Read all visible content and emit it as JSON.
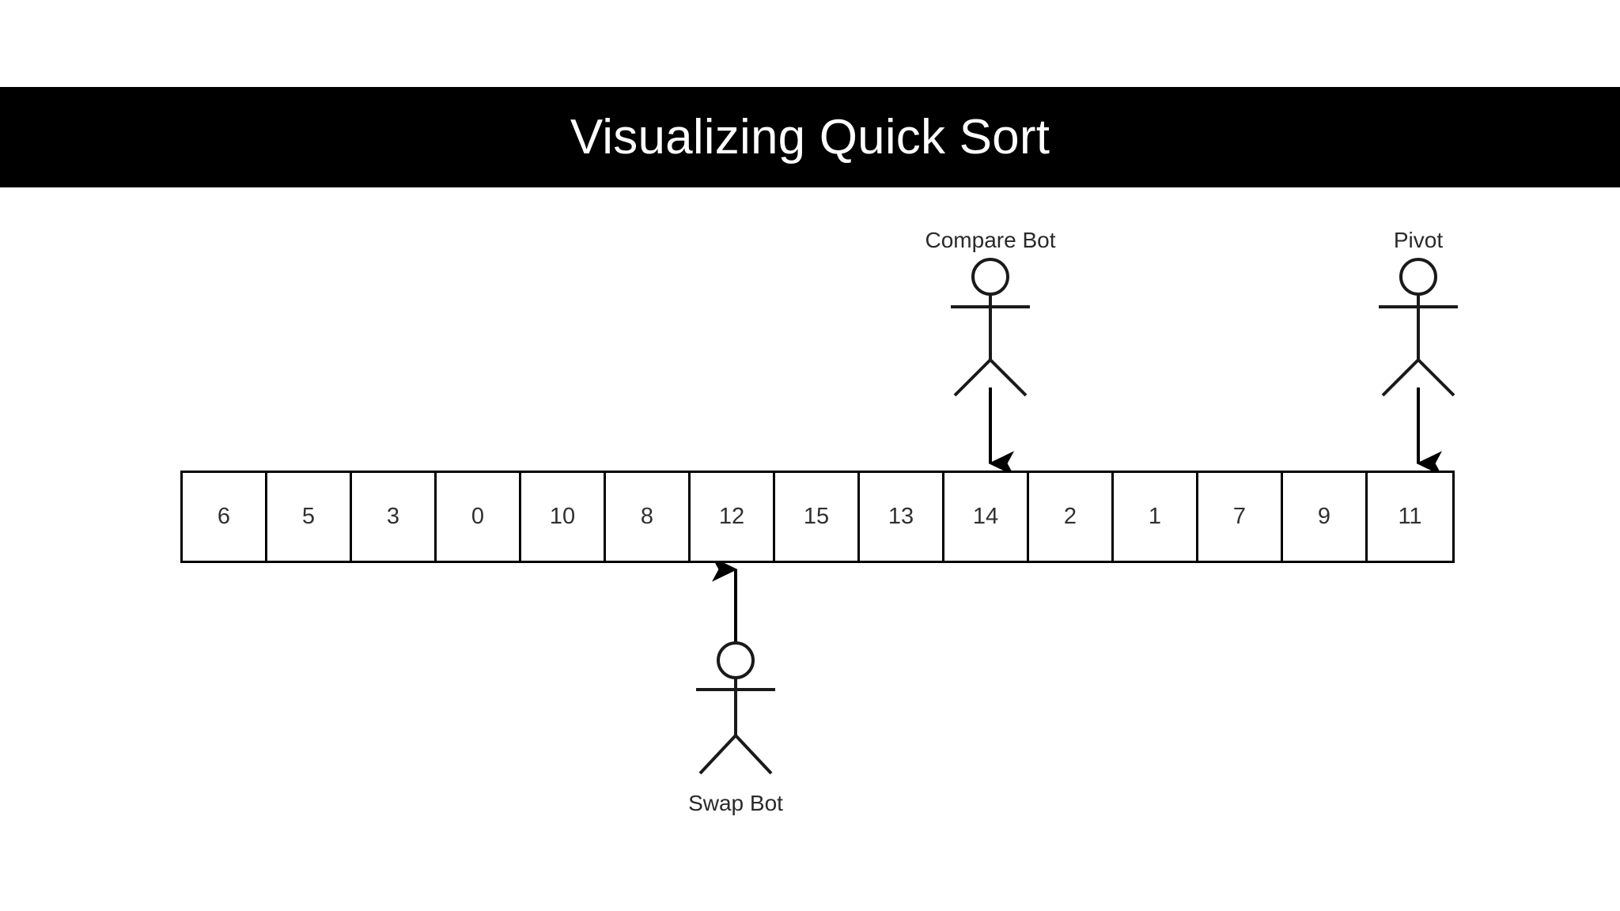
{
  "header": {
    "title": "Visualizing Quick Sort",
    "background_color": "#000000",
    "text_color": "#ffffff"
  },
  "diagram": {
    "type": "quick-sort-visualization",
    "line_color": "#000000",
    "background_color": "#ffffff",
    "array": {
      "label": "array-row",
      "cell_count": 15,
      "values": [
        6,
        5,
        3,
        0,
        10,
        8,
        12,
        15,
        13,
        14,
        2,
        1,
        7,
        9,
        11
      ]
    },
    "actors": [
      {
        "id": "compare-bot",
        "label": "Compare Bot",
        "icon": "stick-figure",
        "orientation": "upright",
        "arrow_direction": "down",
        "points_to_index": 9,
        "points_to_value": 14
      },
      {
        "id": "pivot",
        "label": "Pivot",
        "icon": "stick-figure",
        "orientation": "upright",
        "arrow_direction": "down",
        "points_to_index": 14,
        "points_to_value": 11
      },
      {
        "id": "swap-bot",
        "label": "Swap Bot",
        "icon": "stick-figure",
        "orientation": "upright",
        "arrow_direction": "up",
        "points_to_index": 6,
        "points_to_value": 12
      }
    ]
  }
}
